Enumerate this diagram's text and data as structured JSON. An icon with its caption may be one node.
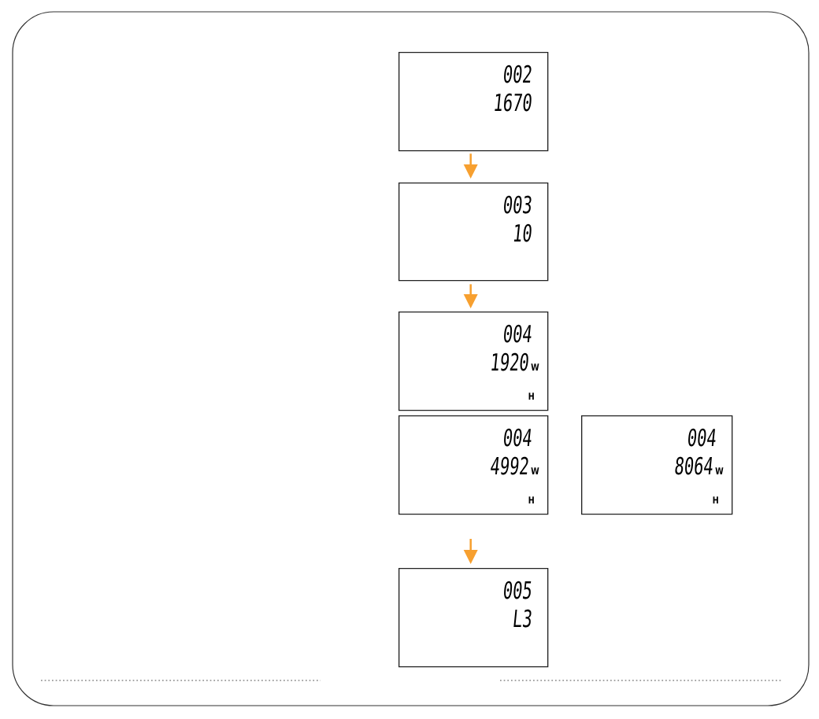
{
  "diagram": {
    "nodes": [
      {
        "text": [
          "002",
          "1670"
        ]
      },
      {
        "text": [
          "003",
          "10"
        ]
      },
      {
        "text": [
          "004",
          "1920",
          "W",
          "H"
        ]
      },
      {
        "text": [
          "004",
          "4992",
          "W",
          "H"
        ]
      },
      {
        "text": [
          "004",
          "8064",
          "W",
          "H"
        ]
      },
      {
        "text": [
          "005",
          "L3"
        ]
      }
    ],
    "edges": [
      {
        "from": 0,
        "to": 1,
        "arrow": "to"
      },
      {
        "from": 1,
        "to": 2,
        "arrow": "to"
      },
      {
        "from": null,
        "to": 5,
        "arrow": "to"
      }
    ]
  }
}
